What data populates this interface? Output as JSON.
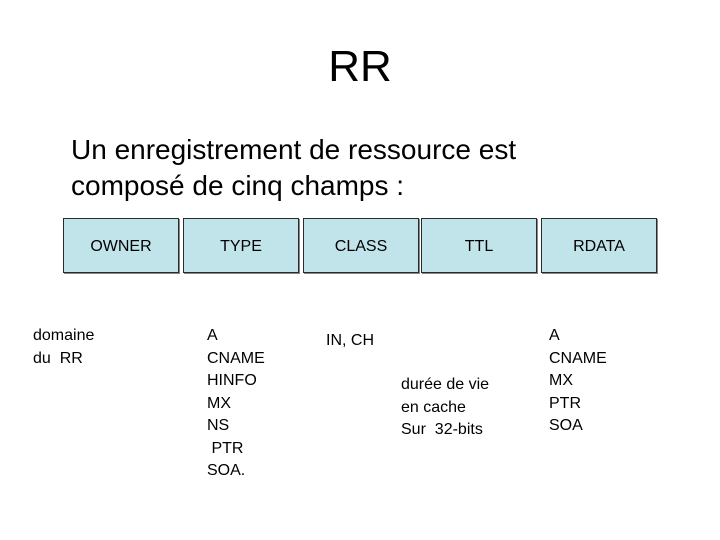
{
  "title": "RR",
  "subtitle": {
    "line1": "Un enregistrement de ressource est",
    "line2": "composé de cinq champs :"
  },
  "fields": [
    "OWNER",
    "TYPE",
    "CLASS",
    "TTL",
    "RDATA"
  ],
  "notes": {
    "owner": [
      "domaine",
      "du  RR"
    ],
    "type": [
      "A",
      "CNAME",
      "HINFO",
      "MX",
      "NS",
      " PTR",
      "SOA."
    ],
    "class": [
      "IN, CH"
    ],
    "ttl": [
      "durée de vie",
      "en cache",
      "Sur  32-bits"
    ],
    "rdata": [
      "A",
      "CNAME",
      "MX",
      "PTR",
      "SOA"
    ]
  },
  "colors": {
    "field_fill": "#c1e3ea",
    "field_border": "#2a2a2a"
  }
}
